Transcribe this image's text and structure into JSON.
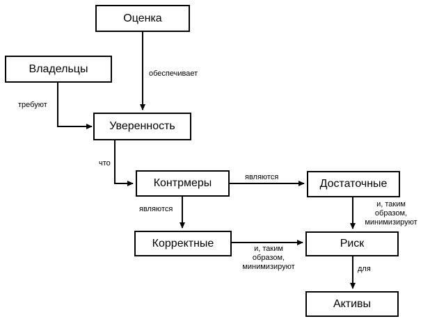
{
  "nodes": {
    "otsenka": "Оценка",
    "vladeltsy": "Владельцы",
    "uverennost": "Уверенность",
    "kontrmery": "Контрмеры",
    "dostatochnye": "Достаточные",
    "korrektnye": "Корректные",
    "risk": "Риск",
    "aktivy": "Активы"
  },
  "edges": {
    "obespechivaet": "обеспечивает",
    "trebuyut": "требуют",
    "chto": "что",
    "yavlyayutsya_1": "являются",
    "yavlyayutsya_2": "являются",
    "minimize_1": [
      "и, таким",
      "образом,",
      "минимизируют"
    ],
    "minimize_2": [
      "и, таким",
      "образом,",
      "минимизируют"
    ],
    "dlya": "для"
  },
  "colors": {
    "stroke": "#000000",
    "background": "#ffffff"
  }
}
